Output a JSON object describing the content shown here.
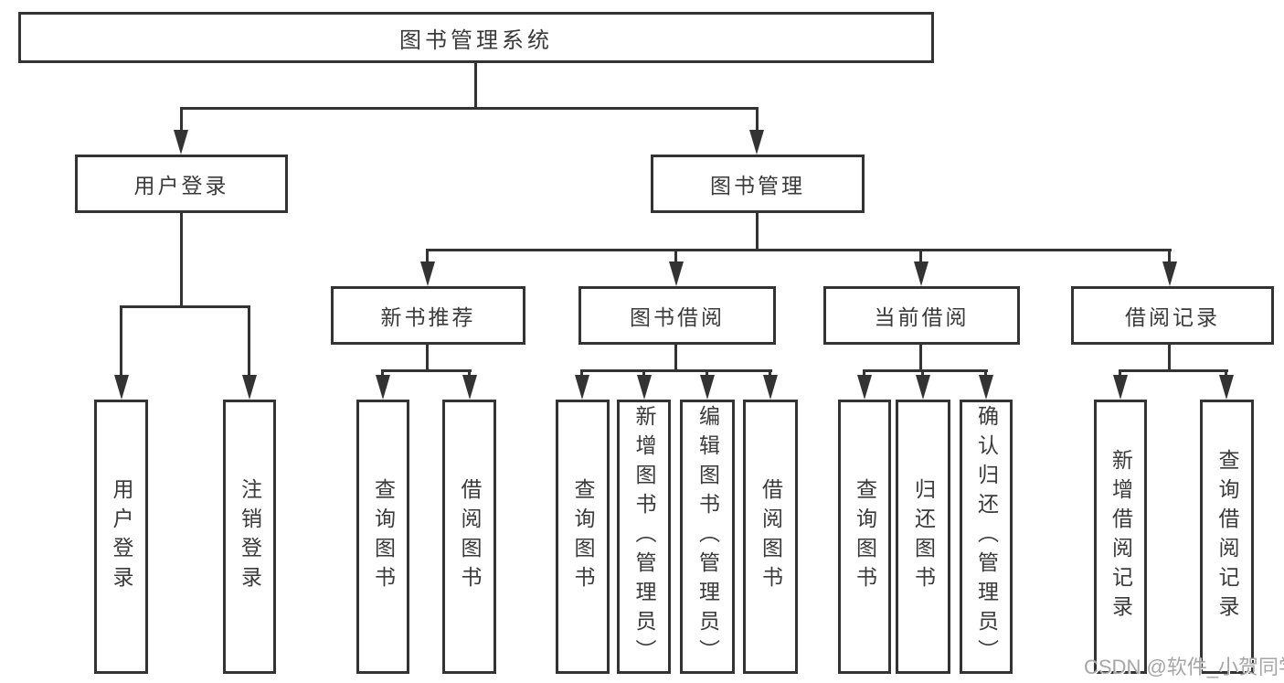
{
  "colors": {
    "line": "#333333",
    "text": "#3a3a3a",
    "watermark": "#a6a6a6"
  },
  "diagram": {
    "root": {
      "label": "图书管理系统"
    },
    "level2": [
      {
        "label": "用户登录"
      },
      {
        "label": "图书管理"
      }
    ],
    "level3": [
      {
        "label": "新书推荐"
      },
      {
        "label": "图书借阅"
      },
      {
        "label": "当前借阅"
      },
      {
        "label": "借阅记录"
      }
    ],
    "level4": {
      "user_login": [
        {
          "label": "用户登录"
        },
        {
          "label": "注销登录"
        }
      ],
      "new_book": [
        {
          "label": "查询图书"
        },
        {
          "label": "借阅图书"
        }
      ],
      "book_borrow": [
        {
          "label": "查询图书"
        },
        {
          "label": "新增图书（管理员）"
        },
        {
          "label": "编辑图书（管理员）"
        },
        {
          "label": "借阅图书"
        }
      ],
      "current_borrow": [
        {
          "label": "查询图书"
        },
        {
          "label": "归还图书"
        },
        {
          "label": "确认归还（管理员）"
        }
      ],
      "borrow_record": [
        {
          "label": "新增借阅记录"
        },
        {
          "label": "查询借阅记录"
        }
      ]
    }
  },
  "watermark": {
    "text": "CSDN @软件_小贺同学"
  }
}
